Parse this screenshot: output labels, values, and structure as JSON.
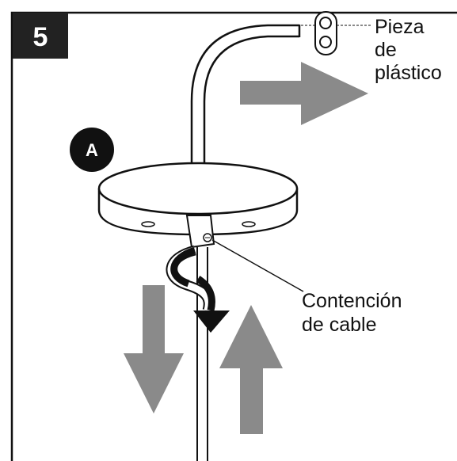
{
  "step": {
    "number": "5"
  },
  "part_label": "A",
  "callouts": {
    "plastic_piece": {
      "line1": "Pieza",
      "line2": "de",
      "line3": "plástico"
    },
    "cable_retainer": {
      "line1": "Contención",
      "line2": "de cable"
    }
  },
  "colors": {
    "badge": "#222222",
    "arrow_gray": "#8a8a8a",
    "outline": "#111111",
    "background": "#ffffff"
  },
  "icons": [
    "plastic-piece-icon",
    "slide-right-arrow-icon",
    "twist-arrow-icon",
    "down-arrow-icon",
    "up-arrow-icon"
  ]
}
